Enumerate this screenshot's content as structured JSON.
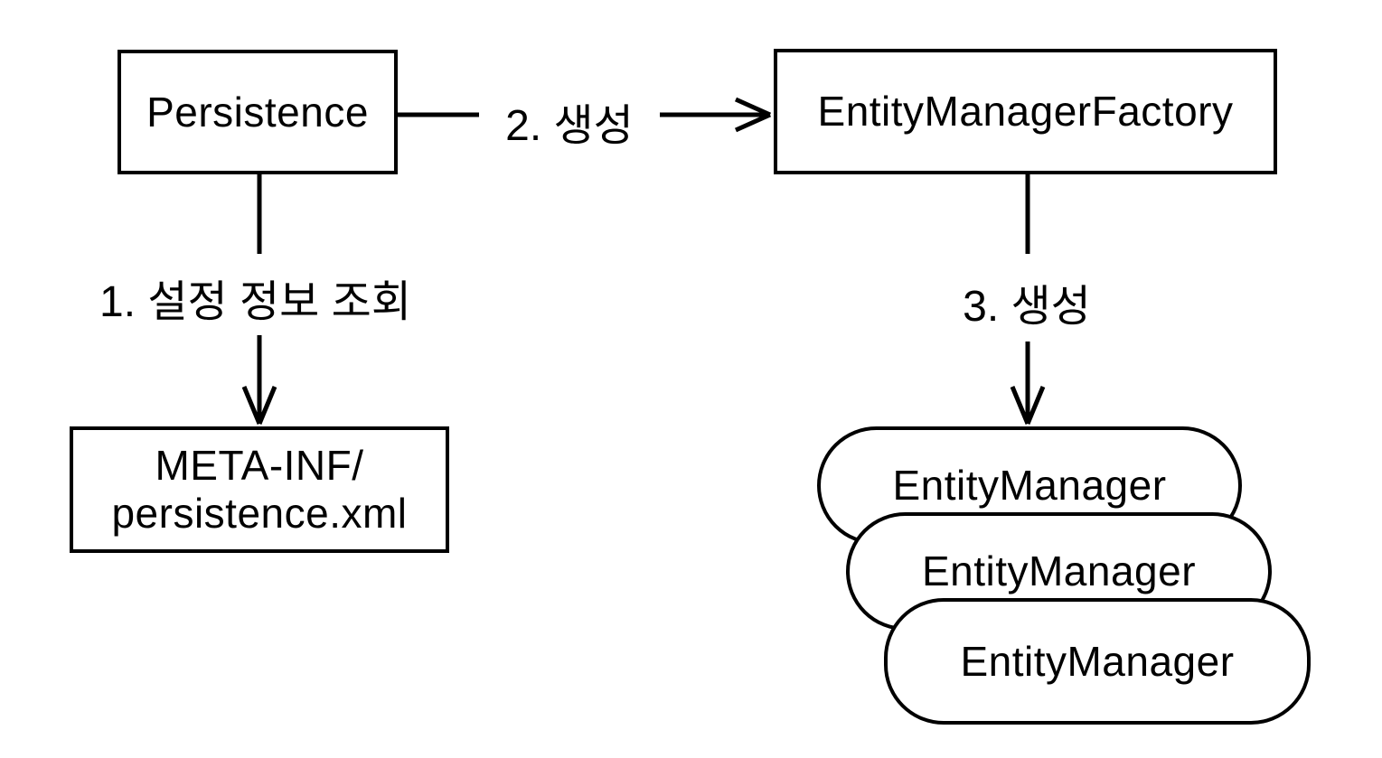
{
  "diagram": {
    "colors": {
      "background": "#ffffff",
      "stroke": "#000000",
      "text": "#000000"
    },
    "nodes": {
      "persistence": {
        "label": "Persistence",
        "shape": "rect"
      },
      "entity_manager_factory": {
        "label": "EntityManagerFactory",
        "shape": "rect"
      },
      "persistence_xml": {
        "line1": "META-INF/",
        "line2": "persistence.xml",
        "shape": "rect"
      },
      "entity_manager_stack": {
        "shape": "rounded-stack",
        "items": [
          {
            "label": "EntityManager"
          },
          {
            "label": "EntityManager"
          },
          {
            "label": "EntityManager"
          }
        ]
      }
    },
    "edges": {
      "step1": {
        "label": "1. 설정 정보 조회",
        "from": "Persistence",
        "to": "META-INF/persistence.xml",
        "direction": "down"
      },
      "step2": {
        "label": "2. 생성",
        "from": "Persistence",
        "to": "EntityManagerFactory",
        "direction": "right"
      },
      "step3": {
        "label": "3. 생성",
        "from": "EntityManagerFactory",
        "to": "EntityManager",
        "direction": "down"
      }
    }
  }
}
